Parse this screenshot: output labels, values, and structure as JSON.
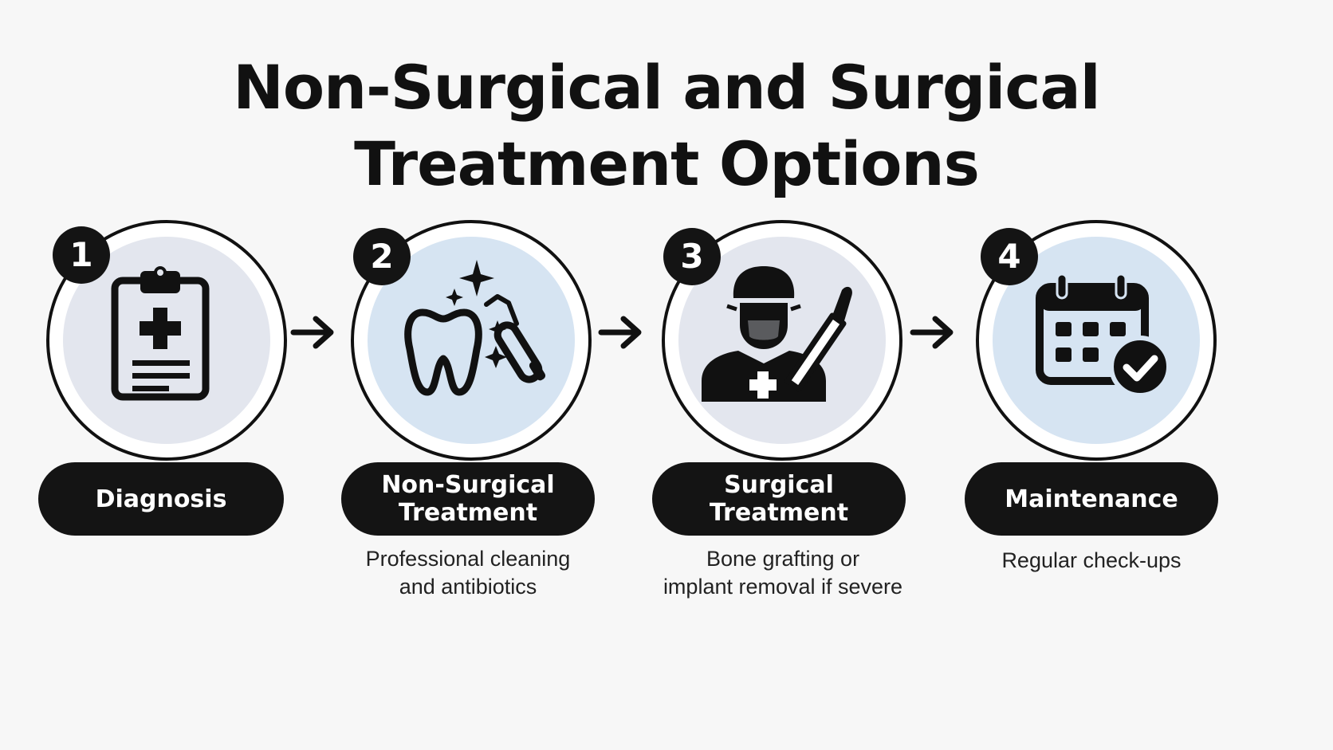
{
  "title": {
    "line1": "Non-Surgical and Surgical",
    "line2": "Treatment Options"
  },
  "colors": {
    "badge": "#141414",
    "pill": "#141414",
    "circle_fill_grey": "#e3e6ee",
    "circle_fill_blue": "#d6e4f2"
  },
  "steps": [
    {
      "number": "1",
      "icon": "clipboard-medical-icon",
      "label_lines": [
        "Diagnosis"
      ],
      "description_lines": []
    },
    {
      "number": "2",
      "icon": "tooth-cleaning-icon",
      "label_lines": [
        "Non-Surgical",
        "Treatment"
      ],
      "description_lines": [
        "Professional cleaning",
        "and antibiotics"
      ]
    },
    {
      "number": "3",
      "icon": "surgeon-scalpel-icon",
      "label_lines": [
        "Surgical",
        "Treatment"
      ],
      "description_lines": [
        "Bone grafting or",
        "implant removal if severe"
      ]
    },
    {
      "number": "4",
      "icon": "calendar-check-icon",
      "label_lines": [
        "Maintenance"
      ],
      "description_lines": [
        "Regular check-ups"
      ]
    }
  ]
}
